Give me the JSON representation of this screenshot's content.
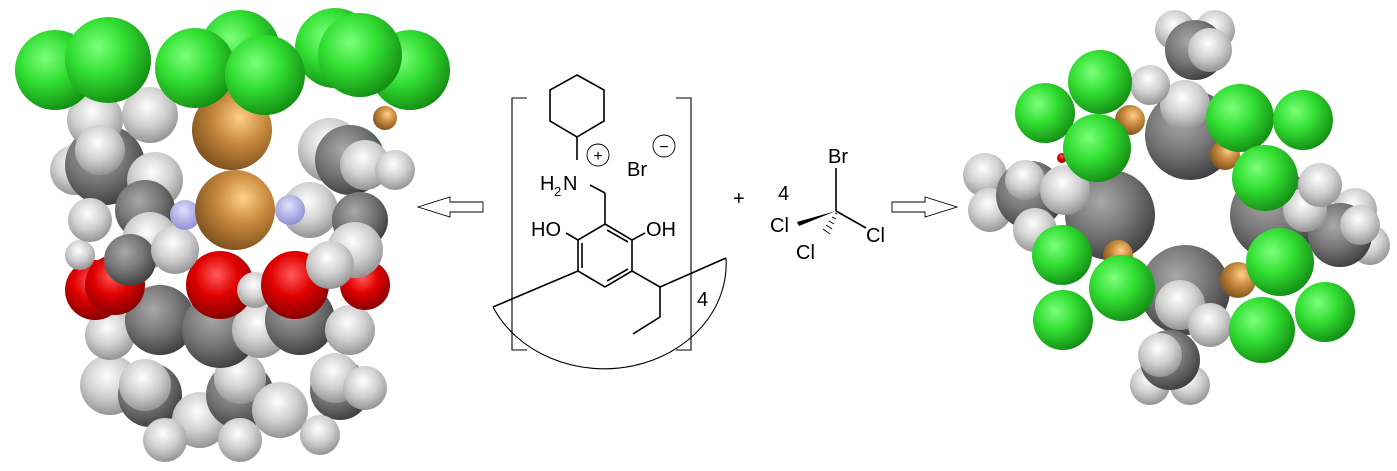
{
  "scheme": {
    "left_model": {
      "label": "side view space-filling model of capsule complex",
      "atom_colors": {
        "chlorine": "#2ee02e",
        "bromine": "#c88a3e",
        "oxygen": "#e00000",
        "carbon": "#6e6e6e",
        "hydrogen": "#d8d8d8",
        "nitrogen": "#b0b0f0"
      }
    },
    "left_arrow": {
      "direction": "left"
    },
    "structure": {
      "ammonium_label": "H",
      "ammonium_subscript": "2",
      "ammonium_atom": "N",
      "plus_charge": "+",
      "counterion": "Br",
      "minus_charge": "−",
      "hydroxyl_left": "HO",
      "hydroxyl_right": "OH",
      "repeat_count": "4"
    },
    "plus_sign": "+",
    "reagent": {
      "stoichiometry": "4",
      "top_atom": "Br",
      "left_atom": "Cl",
      "right_atom": "Cl",
      "bottom_atom": "Cl"
    },
    "right_arrow": {
      "direction": "right"
    },
    "right_model": {
      "label": "top view space-filling model of capsule complex"
    }
  }
}
